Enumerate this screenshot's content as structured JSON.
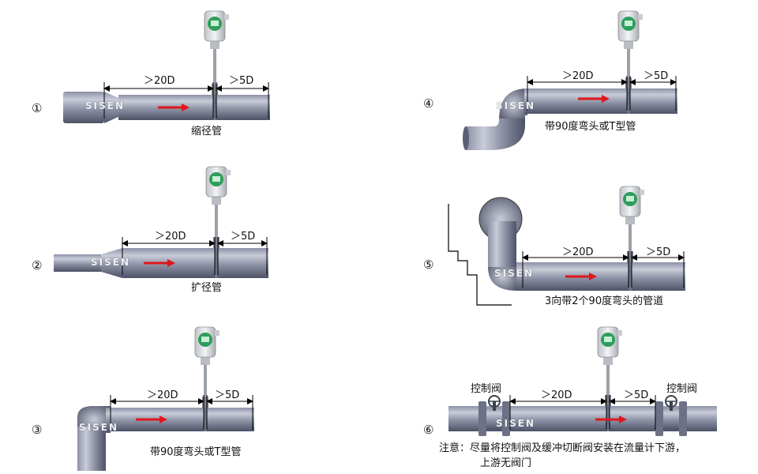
{
  "colors": {
    "pipe_light": "#c9ccd8",
    "pipe_mid": "#8a8fa3",
    "pipe_dark": "#4d5266",
    "arrow": "#e0161b",
    "meter_green": "#2e9e5b",
    "line": "#000000"
  },
  "brand": "SISEN",
  "upstream_label": "＞20D",
  "downstream_label": "＞5D",
  "valve_label": "控制阀",
  "panels": [
    {
      "number": "①",
      "caption": "缩径管"
    },
    {
      "number": "②",
      "caption": "扩径管"
    },
    {
      "number": "③",
      "caption": "带90度弯头或T型管"
    },
    {
      "number": "④",
      "caption": "带90度弯头或T型管"
    },
    {
      "number": "⑤",
      "caption": "3向带2个90度弯头的管道"
    },
    {
      "number": "⑥",
      "caption": ""
    }
  ],
  "note": {
    "line1": "注意：尽量将控制阀及缓冲切断阀安装在流量计下游，",
    "line2": "上游无阀门"
  },
  "icons": [
    "flowmeter-icon",
    "flow-arrow-icon",
    "valve-icon"
  ]
}
